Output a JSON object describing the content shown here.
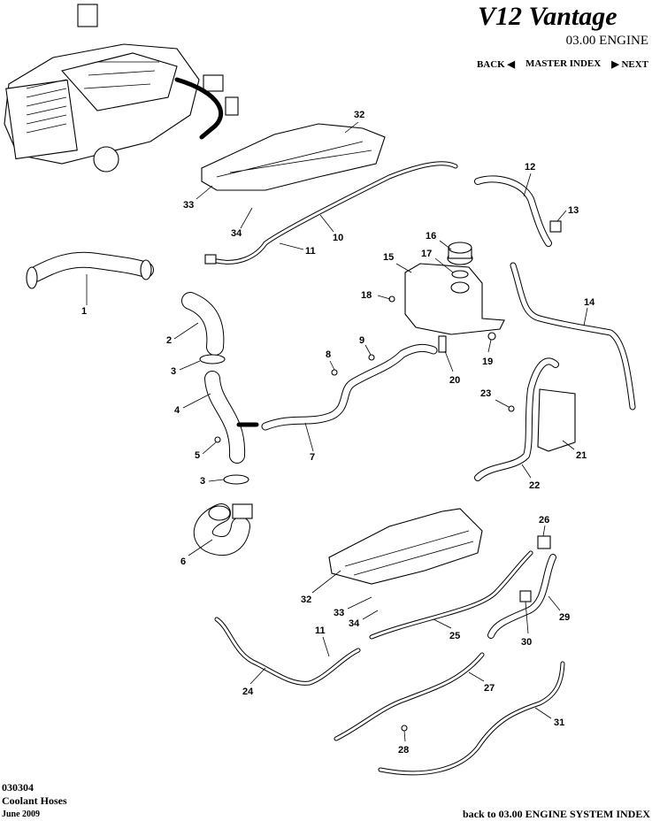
{
  "header": {
    "brand": "V12 Vantage",
    "section": "03.00 ENGINE",
    "nav": {
      "back": "BACK",
      "master": "MASTER INDEX",
      "next": "NEXT"
    }
  },
  "labels": [
    "1",
    "2",
    "3",
    "3",
    "4",
    "5",
    "6",
    "7",
    "8",
    "9",
    "10",
    "11",
    "11",
    "12",
    "13",
    "14",
    "15",
    "16",
    "17",
    "18",
    "19",
    "20",
    "21",
    "22",
    "23",
    "24",
    "25",
    "26",
    "27",
    "28",
    "29",
    "30",
    "31",
    "32",
    "32",
    "33",
    "33",
    "34",
    "34"
  ],
  "footer": {
    "code": "030304",
    "title": "Coolant Hoses",
    "date": "June 2009",
    "back_link": "back to 03.00 ENGINE SYSTEM INDEX"
  }
}
